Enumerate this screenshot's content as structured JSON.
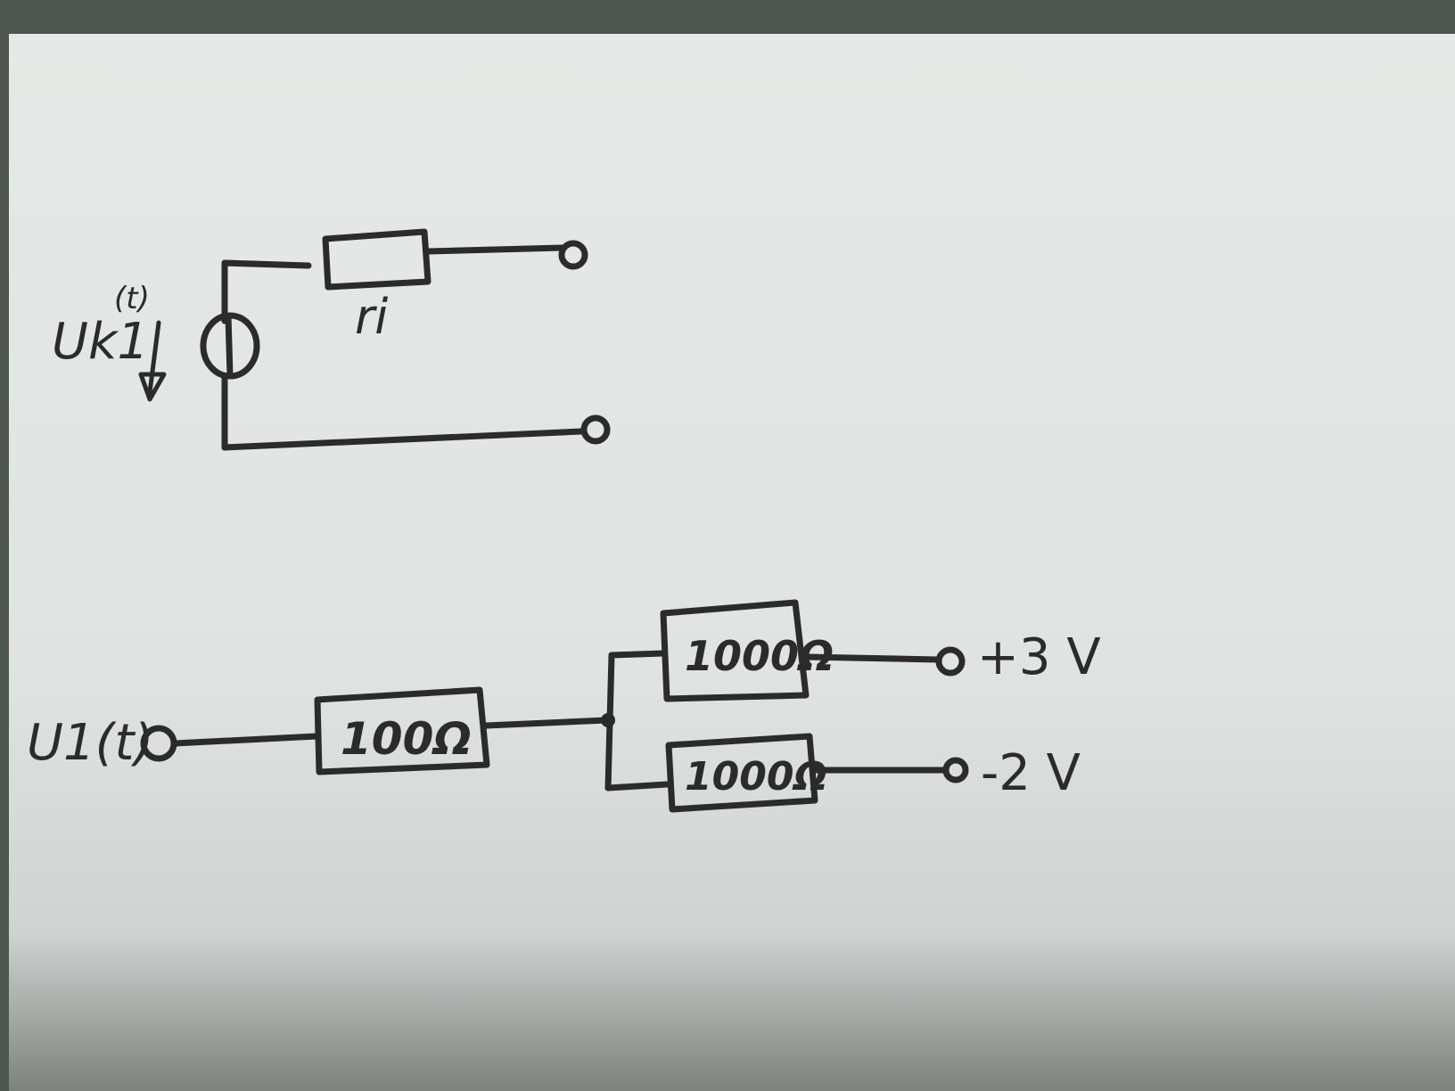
{
  "top_circuit": {
    "source_voltage_label": "Uk1",
    "source_voltage_suffix": "(t)",
    "internal_resistor_label": "ri"
  },
  "bottom_circuit": {
    "input_label": "U1(t)",
    "series_resistor_label": "100Ω",
    "upper_resistor_label": "1000Ω",
    "lower_resistor_label": "1000Ω",
    "upper_terminal_voltage": "+3 V",
    "lower_terminal_voltage": "-2 V"
  }
}
